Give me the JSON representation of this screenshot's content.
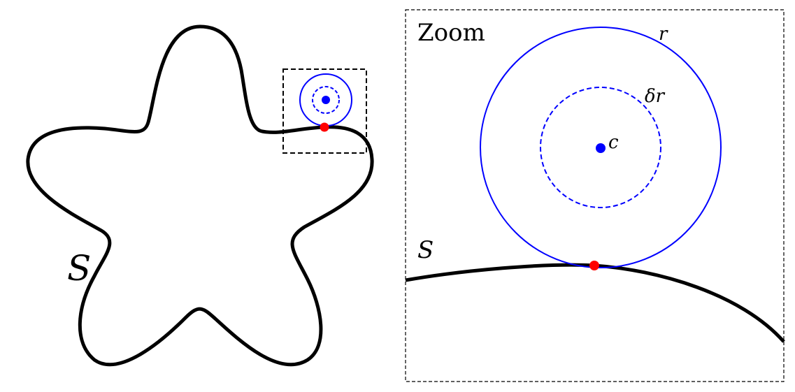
{
  "labels": {
    "shape_left": "S",
    "zoom_title": "Zoom",
    "shape_zoom": "S",
    "radius_outer": "r",
    "radius_inner": "δr",
    "center": "c"
  },
  "colors": {
    "curve": "#000000",
    "ball": "#0000ff",
    "contact_point": "#ff0000",
    "zoom_box": "#000000"
  }
}
